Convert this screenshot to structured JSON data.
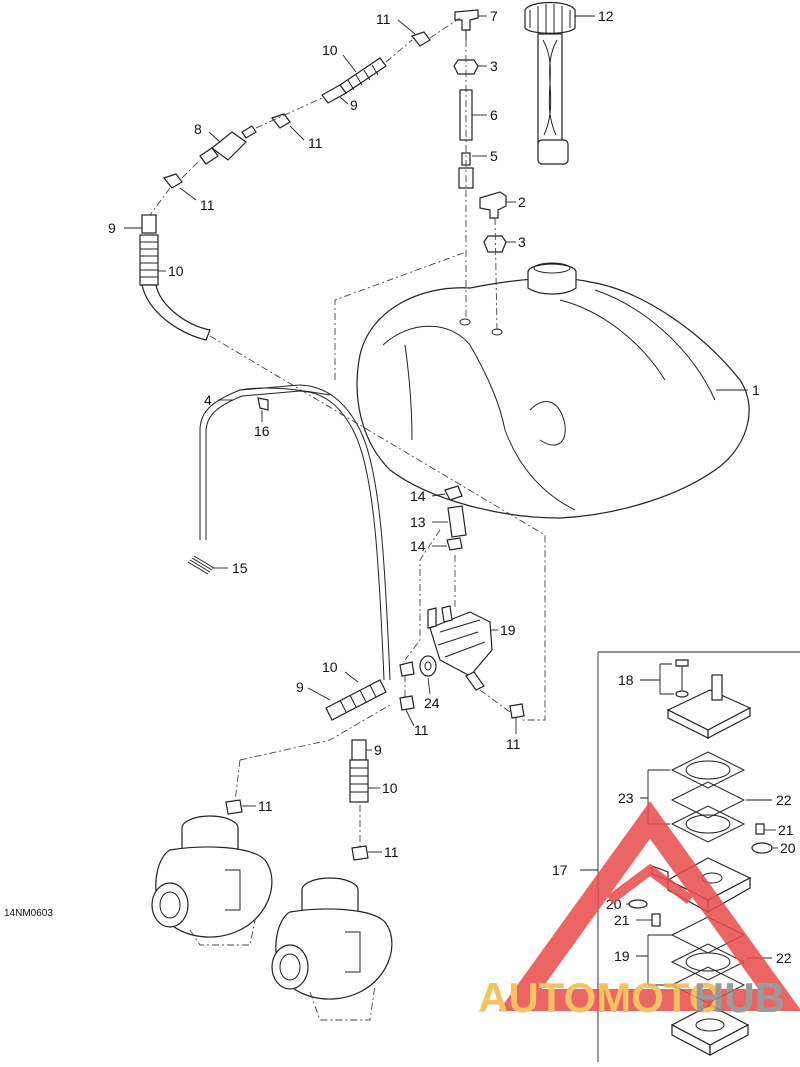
{
  "diagram": {
    "drawing_code": "14NM0603",
    "callouts": {
      "c1": "1",
      "c2": "2",
      "c3a": "3",
      "c3b": "3",
      "c4": "4",
      "c5": "5",
      "c6": "6",
      "c7": "7",
      "c8": "8",
      "c9a": "9",
      "c9b": "9",
      "c9c": "9",
      "c9d": "9",
      "c10a": "10",
      "c10b": "10",
      "c10c": "10",
      "c10d": "10",
      "c11a": "11",
      "c11b": "11",
      "c11c": "11",
      "c11d": "11",
      "c11e": "11",
      "c11f": "11",
      "c11g": "11",
      "c12": "12",
      "c13": "13",
      "c14a": "14",
      "c14b": "14",
      "c15": "15",
      "c16": "16",
      "c17": "17",
      "c18": "18",
      "c19a": "19",
      "c19b": "19",
      "c20a": "20",
      "c20b": "20",
      "c21a": "21",
      "c21b": "21",
      "c22a": "22",
      "c22b": "22",
      "c23": "23",
      "c24": "24"
    }
  },
  "watermark": {
    "brand_part1": "AUTOMOTO",
    "brand_part2": "HUB",
    "color_primary": "#e84b4b",
    "color_secondary": "#f2b84b",
    "color_tertiary": "#8a8a8a"
  }
}
